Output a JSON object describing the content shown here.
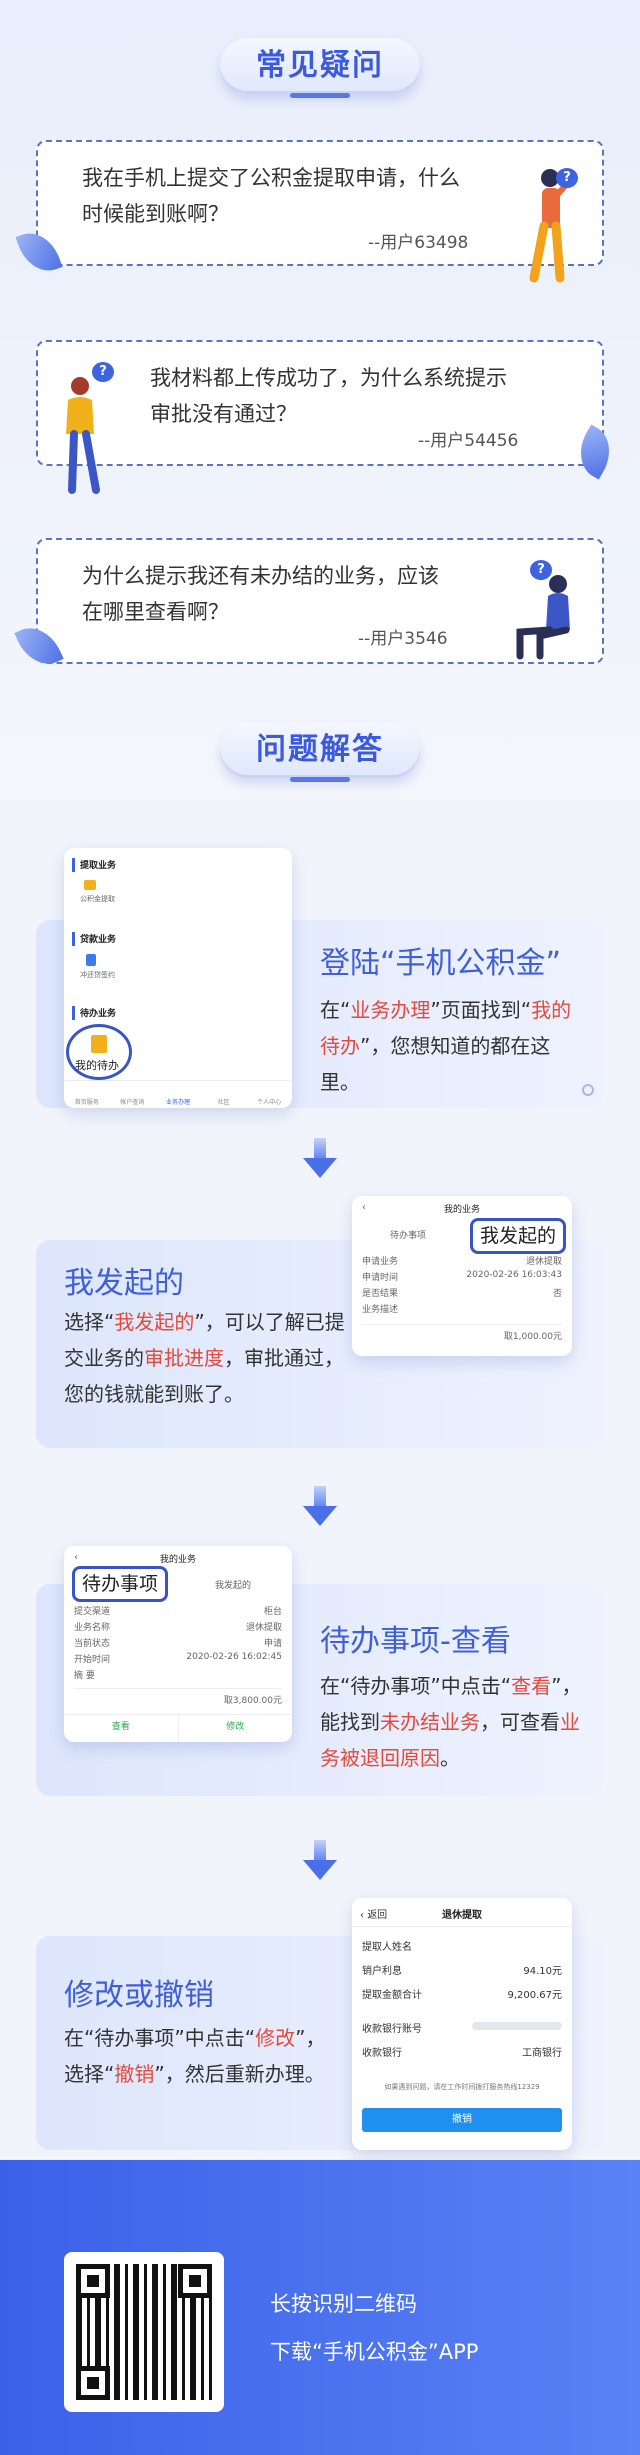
{
  "faq": {
    "title": "常见疑问",
    "items": [
      {
        "line1": "我在手机上提交了公积金提取申请，什么",
        "line2": "时候能到账啊？",
        "user": "--用户63498"
      },
      {
        "line1": "我材料都上传成功了，为什么系统提示",
        "line2": "审批没有通过？",
        "user": "--用户54456"
      },
      {
        "line1": "为什么提示我还有未办结的业务，应该",
        "line2": "在哪里查看啊？",
        "user": "--用户3546"
      }
    ]
  },
  "answers": {
    "title": "问题解答",
    "step1": {
      "title": "登陆“手机公积金”",
      "body_pre": "在“",
      "hl1": "业务办理",
      "body_mid": "”页面找到“",
      "hl2": "我的待办",
      "body_post": "”，您想知道的都在这里。",
      "phone": {
        "sec1": "提取业务",
        "sec1_item": "公积金提取",
        "sec2": "贷款业务",
        "sec2_item": "冲还贷签约",
        "sec3": "待办业务",
        "sec3_item": "我的待办",
        "tabs": [
          "首页服务",
          "帐户查询",
          "业务办理",
          "社区",
          "个人中心"
        ]
      }
    },
    "step2": {
      "title": "我发起的",
      "body_pre": "选择“",
      "hl1": "我发起的",
      "body_mid": "”，可以了解已提交业务的",
      "hl2": "审批进度",
      "body_post": "，审批通过，您的钱就能到账了。",
      "phone": {
        "header": "我的业务",
        "tab1": "待办事项",
        "tab2": "我发起的",
        "rows": [
          {
            "k": "申请业务",
            "v": "退休提取"
          },
          {
            "k": "申请时间",
            "v": "2020-02-26 16:03:43"
          },
          {
            "k": "是否结果",
            "v": "否"
          },
          {
            "k": "业务描述",
            "v": ""
          }
        ],
        "amount": "取1,000.00元"
      }
    },
    "step3": {
      "title": "待办事项-查看",
      "body_pre": "在“待办事项”中点击“",
      "hl1": "查看",
      "body_mid": "”，能找到",
      "hl2": "未办结业务",
      "body_mid2": "，可查看",
      "hl3": "业务被退回原因",
      "body_post": "。",
      "phone": {
        "header": "我的业务",
        "tab1": "待办事项",
        "tab2": "我发起的",
        "rows": [
          {
            "k": "提交渠道",
            "v": "柜台"
          },
          {
            "k": "业务名称",
            "v": "退休提取"
          },
          {
            "k": "当前状态",
            "v": "申请"
          },
          {
            "k": "开始时间",
            "v": "2020-02-26 16:02:45"
          },
          {
            "k": "摘 要",
            "v": ""
          }
        ],
        "amount": "取3,800.00元",
        "btn_view": "查看",
        "btn_edit": "修改"
      }
    },
    "step4": {
      "title": "修改或撤销",
      "body_pre": "在“待办事项”中点击“",
      "hl1": "修改",
      "body_mid": "”，选择“",
      "hl2": "撤销",
      "body_post": "”，然后重新办理。",
      "phone": {
        "back": "返回",
        "header": "退休提取",
        "rows": [
          {
            "k": "提取人姓名",
            "v": ""
          },
          {
            "k": "销户利息",
            "v": "94.10元"
          },
          {
            "k": "提取金额合计",
            "v": "9,200.67元"
          },
          {
            "k": "收款银行账号",
            "v": ""
          },
          {
            "k": "收款银行",
            "v": "工商银行"
          }
        ],
        "note": "如果遇到问题，请在工作时间拨打服务热线12329",
        "cancel": "撤销"
      }
    }
  },
  "footer": {
    "line1": "长按识别二维码",
    "line2": "下载“手机公积金”APP"
  },
  "colors": {
    "accent": "#3f5fd6",
    "highlight": "#e24a3c",
    "footer": "#4a6fe8"
  }
}
